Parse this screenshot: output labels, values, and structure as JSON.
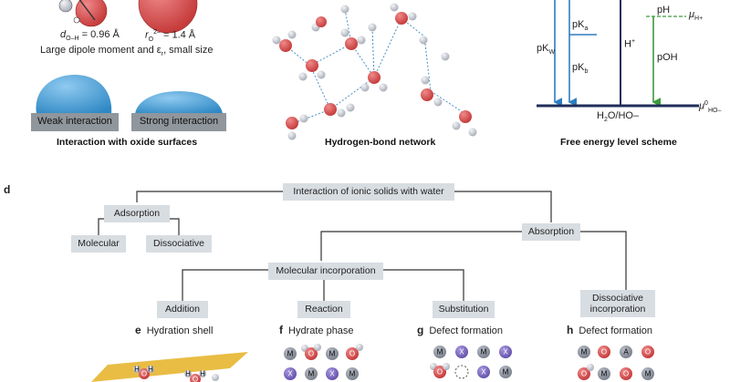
{
  "panel_a": {
    "bond_length": "dₒ₋ʜ = 0.96 Å",
    "bond_length_main": "d",
    "bond_length_sub": "O–H",
    "bond_length_value": " = 0.96 Å",
    "radius_main": "r",
    "radius_sub": "O",
    "radius_sup": "2–",
    "radius_value": " = 1.4 Å",
    "dipole_text": "Large dipole moment and ε",
    "dipole_sub": "r",
    "dipole_tail": ", small size",
    "weak_label": "Weak interaction",
    "strong_label": "Strong interaction",
    "caption": "Interaction with oxide surfaces"
  },
  "panel_b": {
    "caption": "Hydrogen-bond network"
  },
  "panel_c": {
    "pKa_main": "pK",
    "pKa_sub": "a",
    "pKw_main": "pK",
    "pKw_sub": "W",
    "pKb_main": "pK",
    "pKb_sub": "b",
    "hplus_main": "H",
    "hplus_sup": "+",
    "ph": "pH",
    "mu_h_sub": "H+",
    "poh": "pOH",
    "mu_ho_sub": "HO–",
    "mu_ho_sup": "0",
    "baseline_main": "H",
    "baseline_sub": "2",
    "baseline_tail": "O/HO–",
    "caption": "Free energy level scheme"
  },
  "panel_d": {
    "label": "d",
    "root": "Interaction of ionic solids with water",
    "adsorption": "Adsorption",
    "molecular": "Molecular",
    "dissociative": "Dissociative",
    "absorption": "Absorption",
    "molecular_incorporation": "Molecular incorporation",
    "addition": "Addition",
    "reaction": "Reaction",
    "substitution": "Substitution",
    "dissociative_incorporation_1": "Dissociative",
    "dissociative_incorporation_2": "incorporation"
  },
  "sections": {
    "e_letter": "e",
    "e_title": "Hydration shell",
    "f_letter": "f",
    "f_title": "Hydrate phase",
    "g_letter": "g",
    "g_title": "Defect formation",
    "h_letter": "h",
    "h_title": "Defect formation"
  },
  "atoms": {
    "M": "M",
    "X": "X",
    "O": "O",
    "H": "H",
    "A": "A"
  },
  "colors": {
    "oxygen": "#d94f4f",
    "hydrogen": "#c8ccd4",
    "node_bg": "#d8dde2",
    "navy": "#1f2d5a",
    "blue_arrow": "#2e7dc0",
    "green_arrow": "#3c9a3c",
    "drop_blue": "#4aa3d6",
    "purple": "#7b68b8",
    "slab": "#e8b93a"
  }
}
